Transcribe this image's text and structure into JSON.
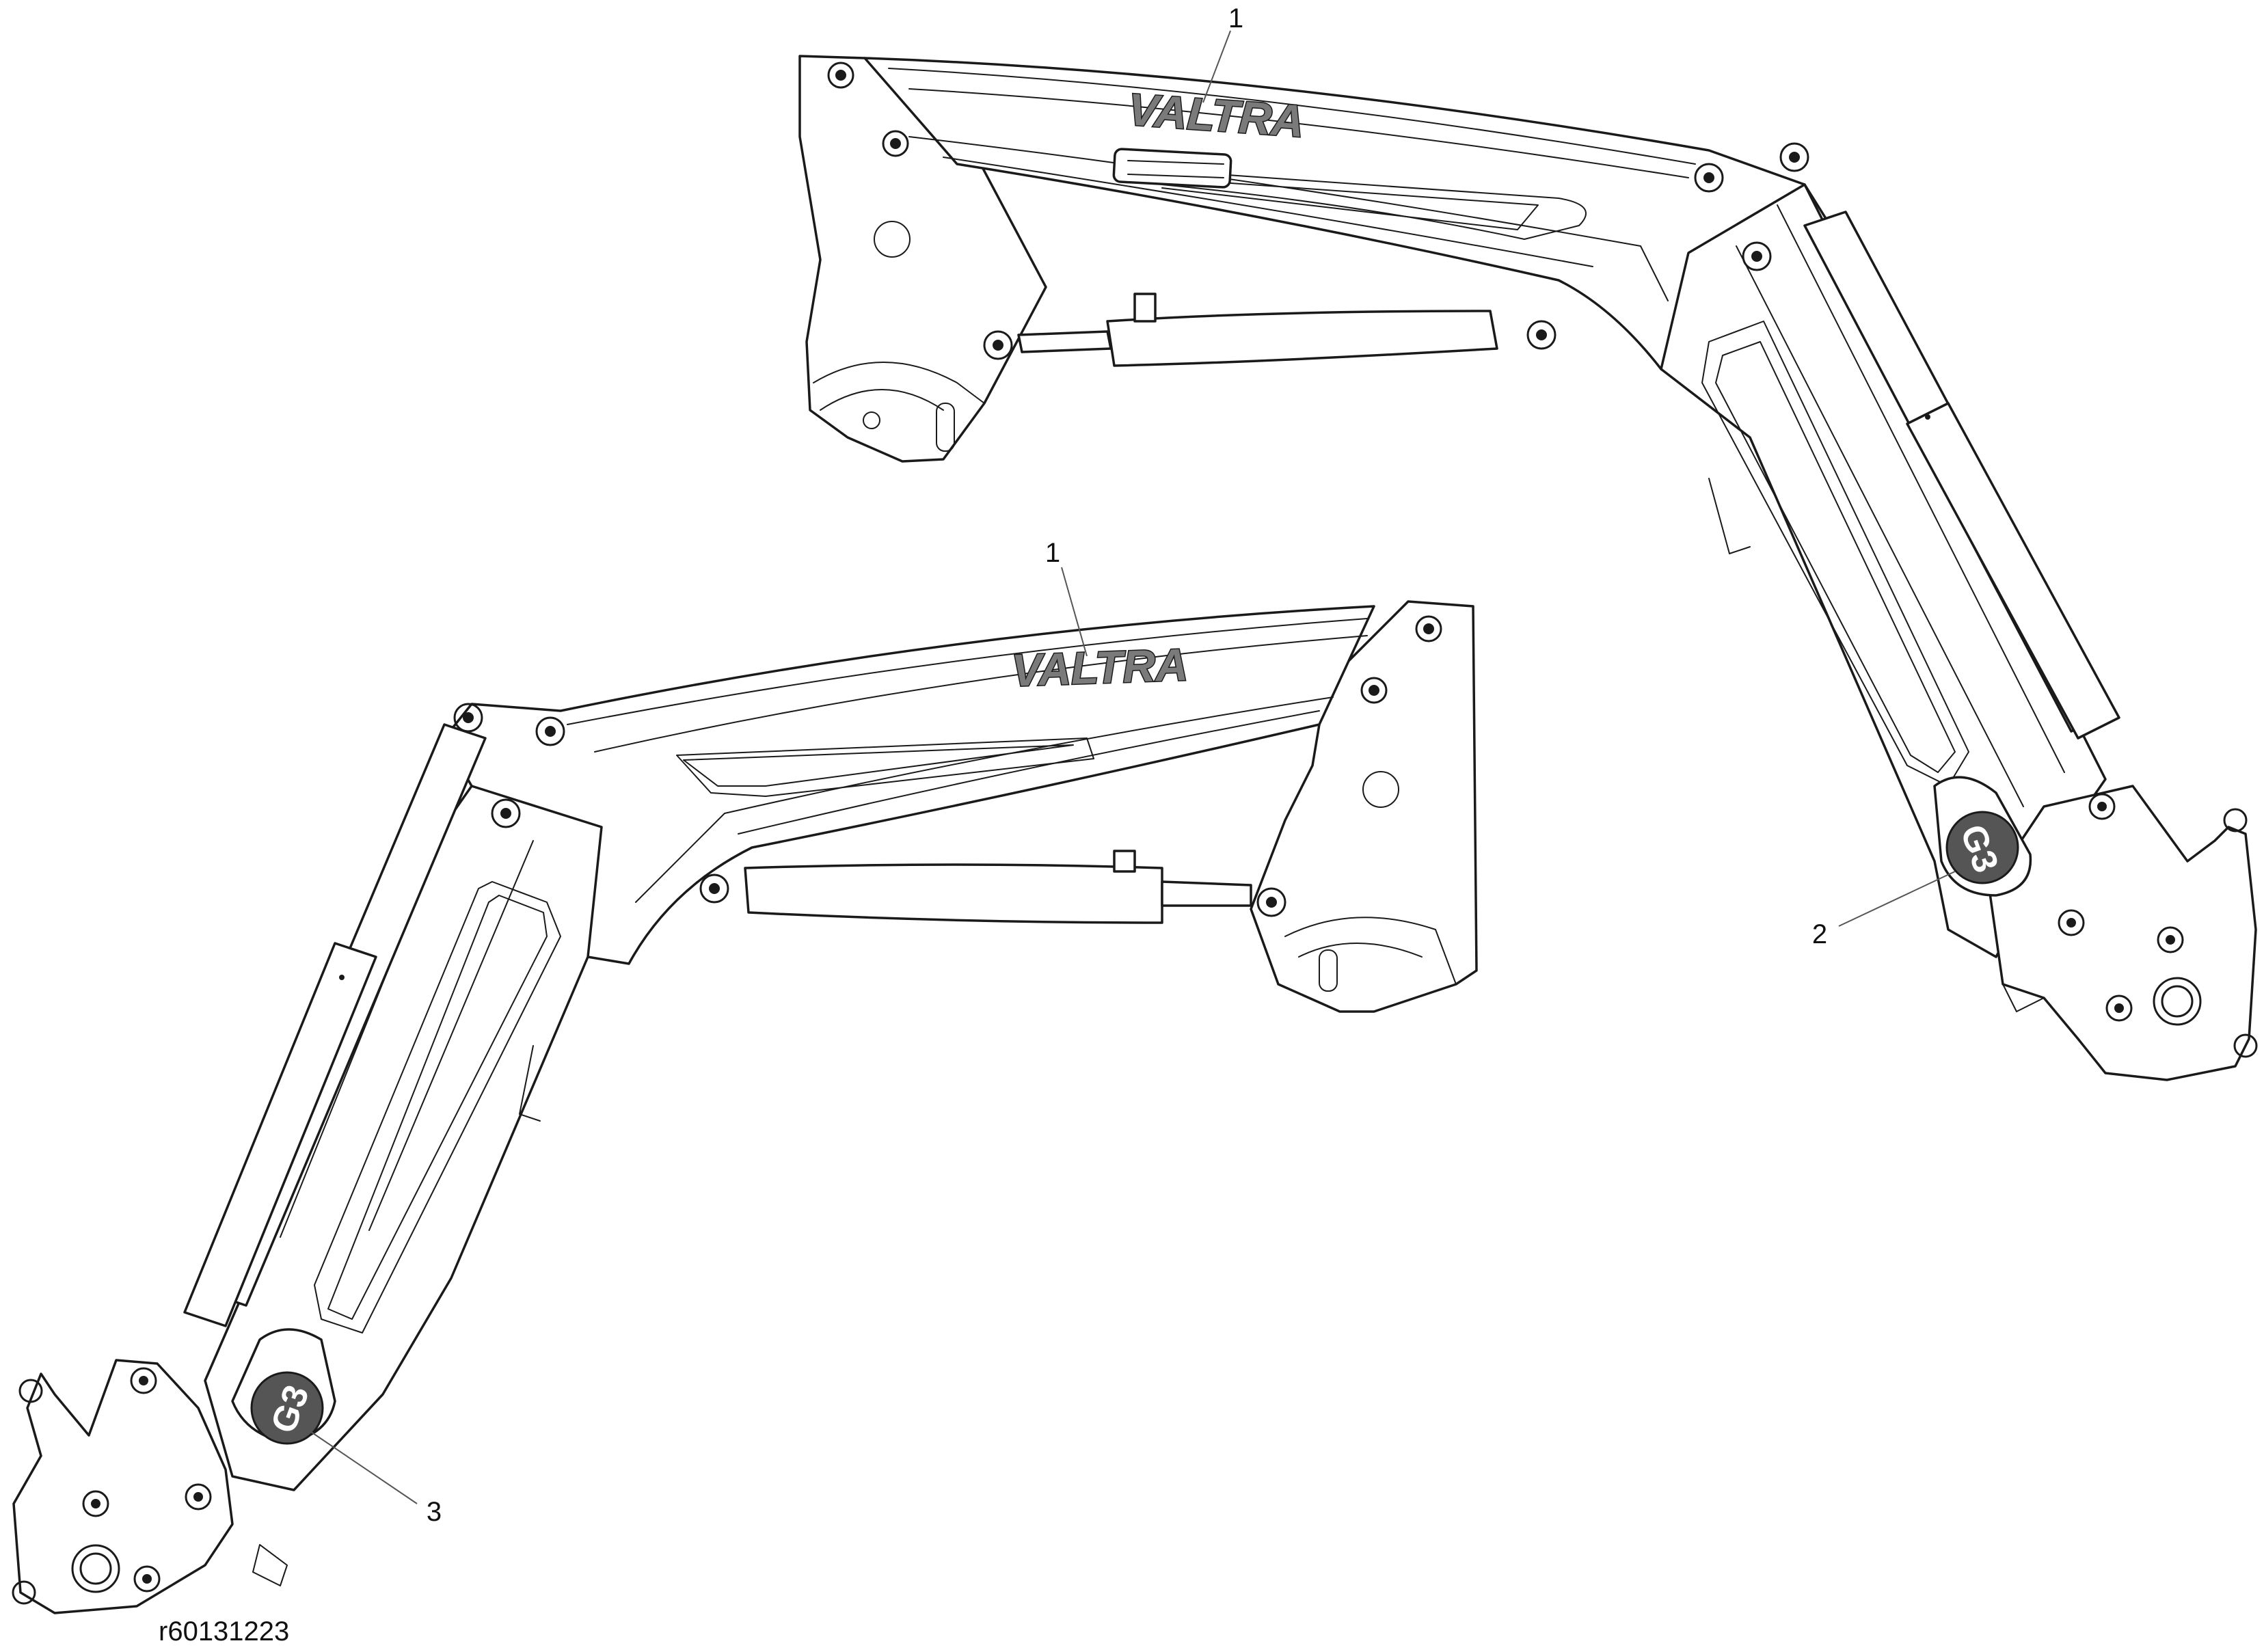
{
  "figure": {
    "id_label": "r60131223",
    "brand_logo_text": "VALTRA",
    "badge_text": "G3"
  },
  "callouts": [
    {
      "number": "1",
      "part": "upper-loader-arm-decal"
    },
    {
      "number": "1",
      "part": "lower-loader-arm-decal"
    },
    {
      "number": "2",
      "part": "upper-loader-arm-pivot-badge"
    },
    {
      "number": "3",
      "part": "lower-loader-arm-pivot-badge"
    }
  ]
}
